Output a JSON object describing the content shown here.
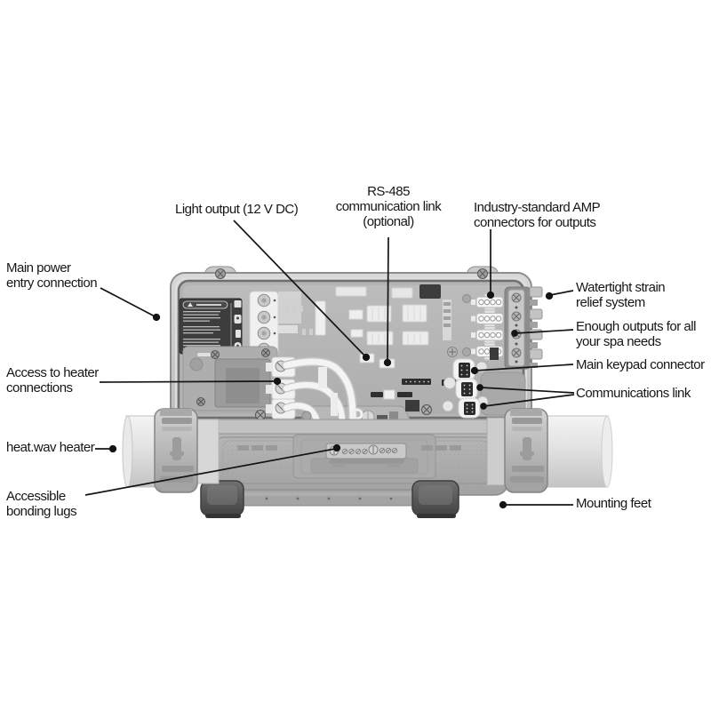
{
  "diagram": {
    "subject": "Spa control system cutaway with heat.wav heater",
    "background": "#ffffff",
    "ink": "#1a1a1a",
    "callouts": {
      "main_power": "Main power\nentry connection",
      "light_output": "Light output (12 V DC)",
      "rs485": "RS-485\ncommunication link\n(optional)",
      "amp_connectors": "Industry-standard AMP\nconnectors for outputs",
      "watertight_strain": "Watertight strain\nrelief system",
      "enough_outputs": "Enough outputs for all\nyour spa needs",
      "main_keypad": "Main keypad connector",
      "communications_link": "Communications link",
      "heater_access": "Access to heater\nconnections",
      "heater": "heat.wav heater",
      "bonding_lugs": "Accessible\nbonding lugs",
      "mounting_feet": "Mounting feet"
    }
  }
}
